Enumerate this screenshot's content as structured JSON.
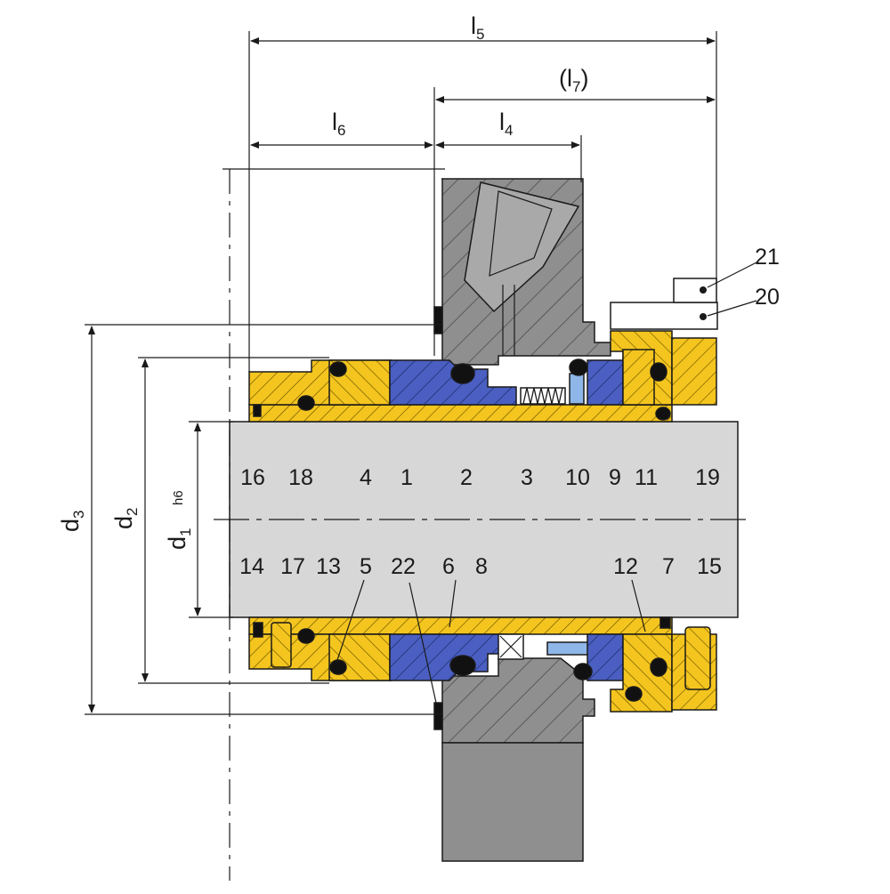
{
  "colors": {
    "housing": "#8f8f8f",
    "housing_dark": "#6f6f6f",
    "shaft": "#d7d7d7",
    "metal_yellow": "#f4c51e",
    "seal_face_blue": "#4a5fc1",
    "oring": "#111111",
    "line": "#1a1a1a",
    "background": "#ffffff"
  },
  "dimensions": {
    "l5": {
      "main": "l",
      "sub": "5"
    },
    "l7": {
      "open": "(",
      "main": "l",
      "sub": "7",
      "close": ")"
    },
    "l6": {
      "main": "l",
      "sub": "6"
    },
    "l4": {
      "main": "l",
      "sub": "4"
    },
    "d3": {
      "main": "d",
      "sub": "3"
    },
    "d2": {
      "main": "d",
      "sub": "2"
    },
    "d1": {
      "main": "d",
      "sub": "1",
      "tol": "h6"
    }
  },
  "part_labels": {
    "upper": [
      "16",
      "18",
      "4",
      "1",
      "2",
      "3",
      "10",
      "9",
      "11",
      "19"
    ],
    "lower": [
      "14",
      "17",
      "13",
      "5",
      "22",
      "6",
      "8",
      "12",
      "7",
      "15"
    ],
    "right": [
      "21",
      "20"
    ]
  }
}
